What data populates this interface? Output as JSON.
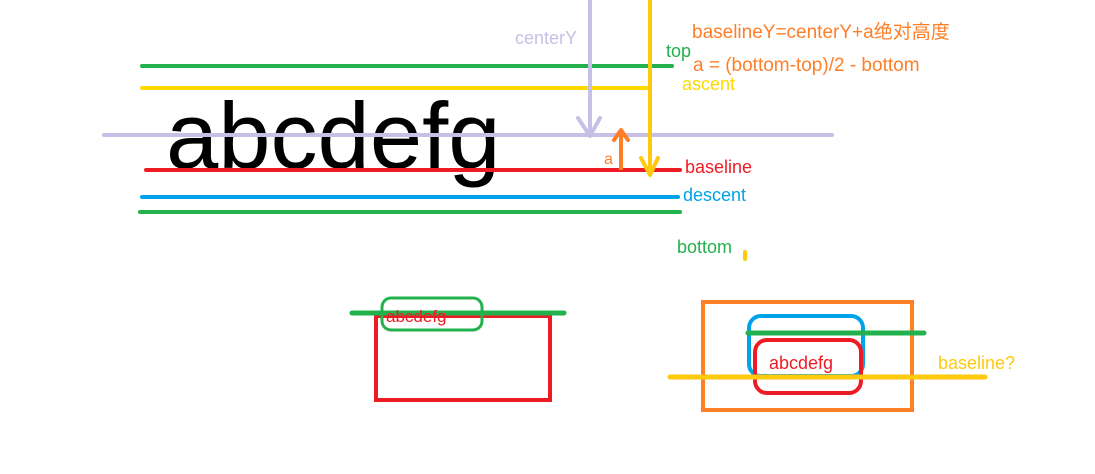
{
  "labels": {
    "sample_text": "abcdefg",
    "centerY": "centerY",
    "top": "top",
    "ascent": "ascent",
    "baseline": "baseline",
    "descent": "descent",
    "bottom": "bottom",
    "a": "a",
    "formula_baseline": "baselineY=centerY+a绝对高度",
    "formula_a": "a = (bottom-top)/2 - bottom",
    "small_sample_left": "abcdefg",
    "small_sample_right": "abcdefg",
    "baseline_question": "baseline?"
  },
  "colors": {
    "top": "#22b14c",
    "ascent": "#ffd800",
    "center": "#c8bfe7",
    "baseline": "#ed1c24",
    "descent": "#00a2e8",
    "bottom": "#22b14c",
    "arrow_a": "#ff7f27",
    "arrow_baseline": "#ffc90e",
    "formula": "#ff7f27",
    "outer_box": "#ff7f27",
    "text_black": "#000000"
  }
}
